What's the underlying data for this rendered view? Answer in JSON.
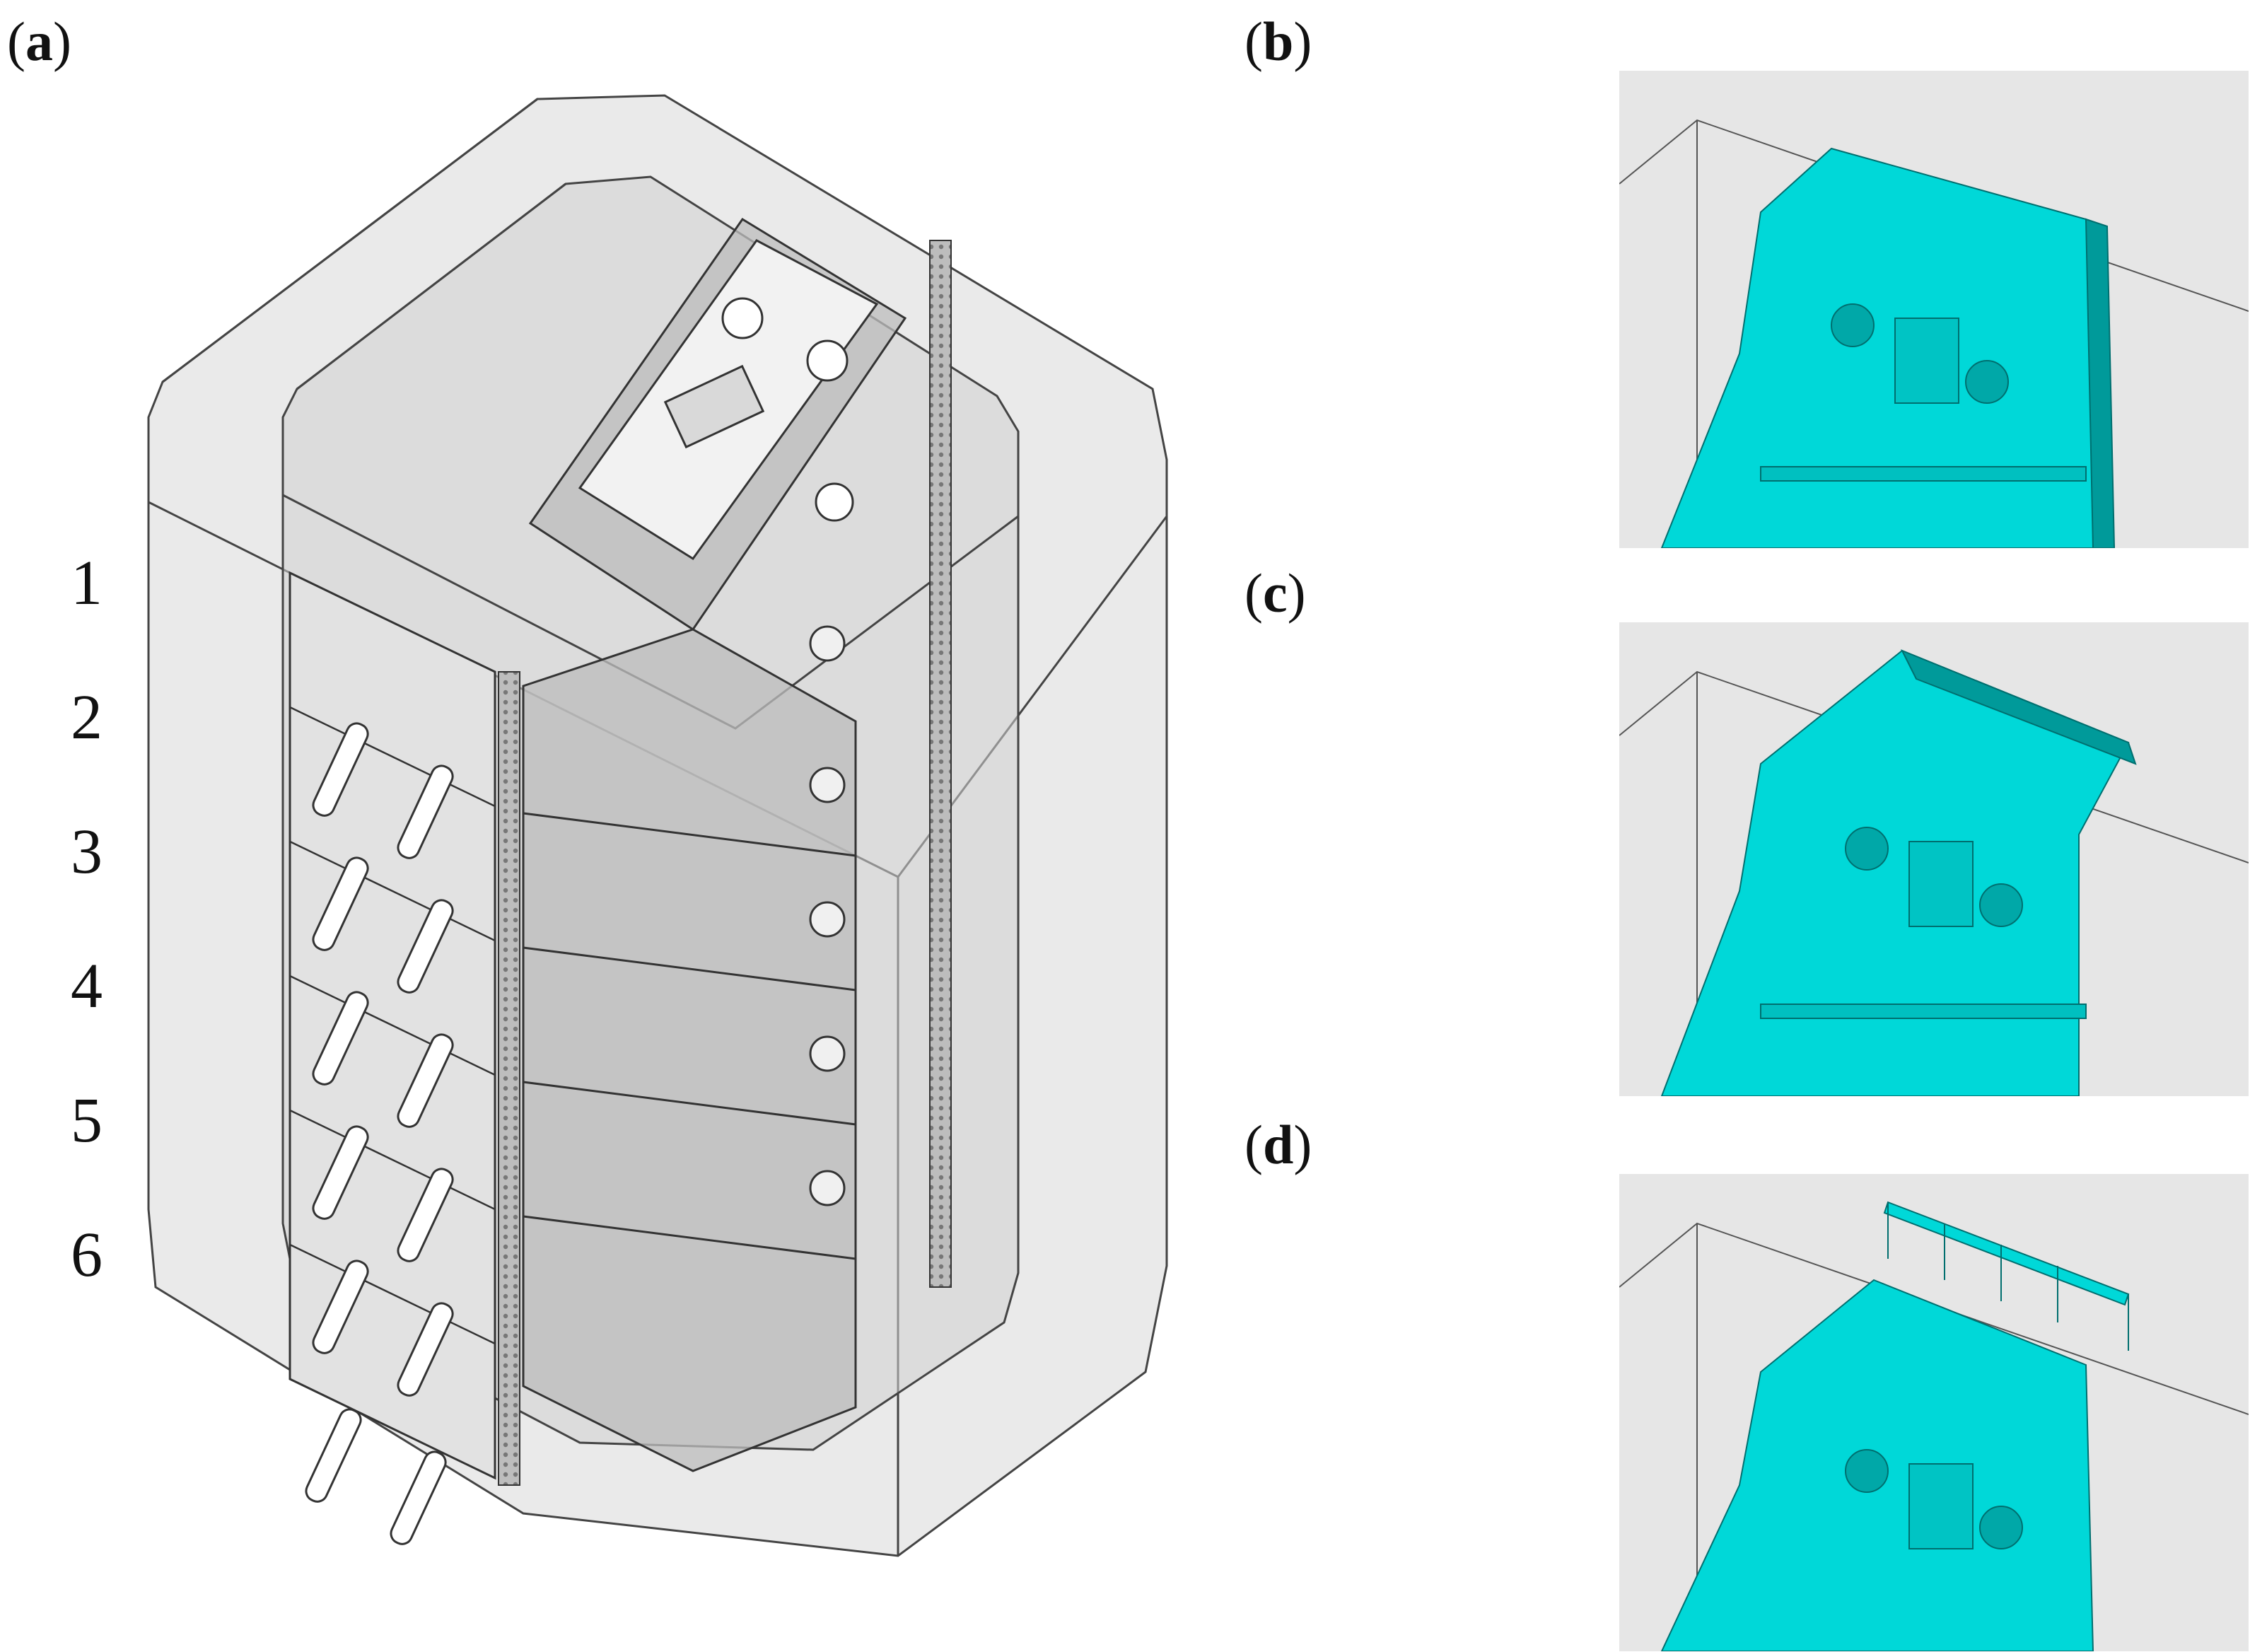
{
  "panel_labels": {
    "a": "a",
    "b": "b",
    "c": "c",
    "d": "d"
  },
  "level_numbers": [
    "1",
    "2",
    "3",
    "4",
    "5",
    "6"
  ],
  "colors": {
    "panel_accent": "#00d8d8",
    "panel_accent_dark": "#009a9a",
    "housing_gray": "#c9c9c9",
    "background_gray": "#e6e6e6"
  }
}
